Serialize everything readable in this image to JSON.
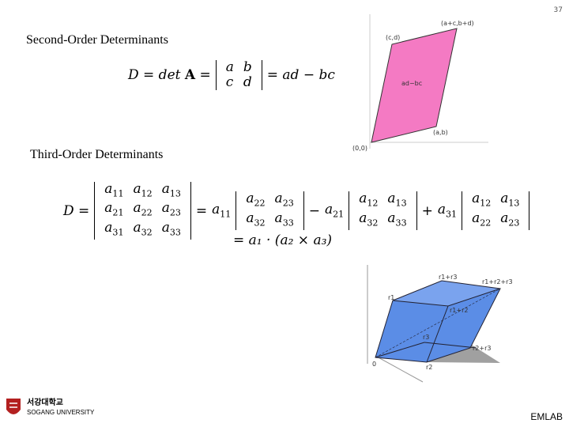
{
  "page_number": "37",
  "headings": {
    "second_order": "Second-Order Determinants",
    "third_order": "Third-Order Determinants"
  },
  "eq2": {
    "lhs": "D = det",
    "A": "A",
    "eq": "=",
    "m": [
      "a",
      "b",
      "c",
      "d"
    ],
    "rhs": "= ad − bc"
  },
  "eq3": {
    "D": "D =",
    "eq": "=",
    "minus": "−",
    "plus": "+",
    "a11": "a",
    "a21": "a",
    "a31": "a",
    "s11": "11",
    "s21": "21",
    "s31": "31",
    "line2": "= a₁ · (a₂ × a₃)"
  },
  "fig2d": {
    "top_right": "(a+c,b+d)",
    "top_left": "(c,d)",
    "center": "ad−bc",
    "bottom_right": "(a,b)",
    "origin": "(0,0)"
  },
  "fig3d": {
    "r1r3": "r1+r3",
    "r1r2r3": "r1+r2+r3",
    "r1": "r1",
    "r1r2": "r1+r2",
    "r3": "r3",
    "r2r3": "r2+r3",
    "o": "0",
    "r2": "r2"
  },
  "logo": {
    "korean": "서강대학교",
    "english": "SOGANG UNIVERSITY"
  },
  "footer": {
    "lab": "EMLAB"
  },
  "colors": {
    "parallelogram": "#f47ac3",
    "box": "#5b8de6",
    "shadow": "#a0a0a0",
    "logo_red": "#b32020"
  }
}
